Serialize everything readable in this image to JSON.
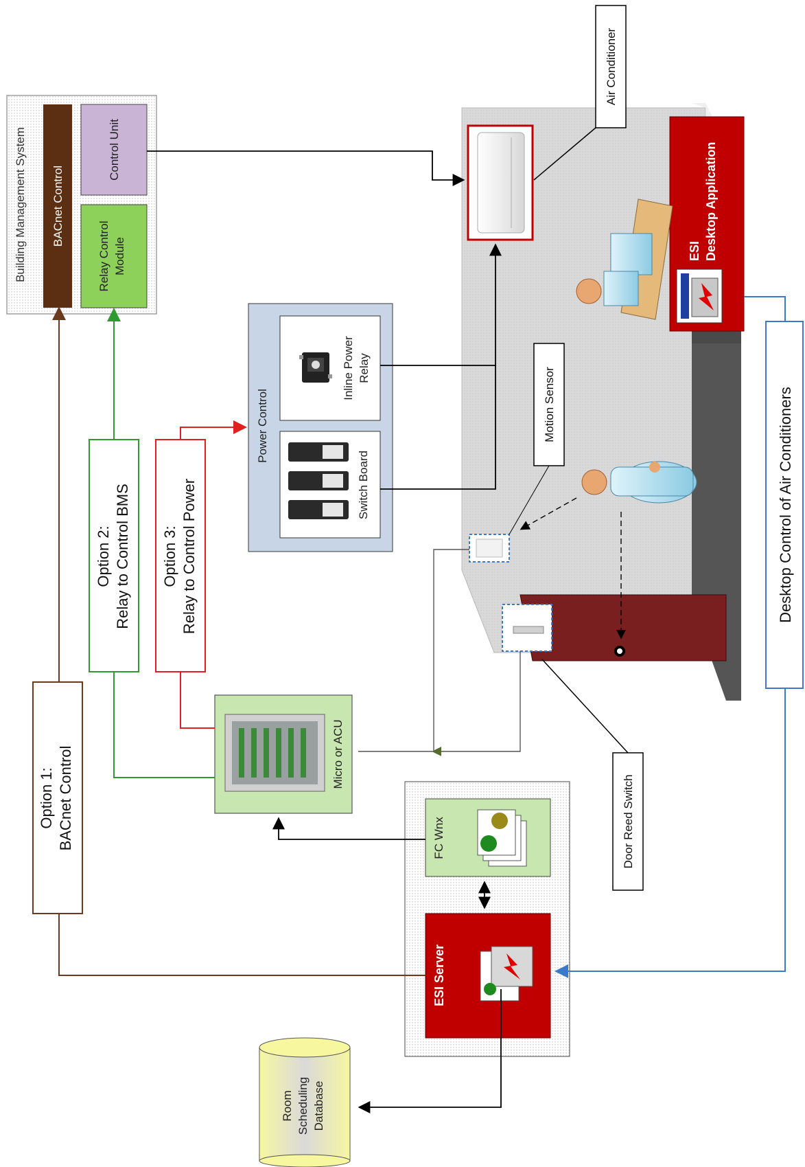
{
  "bms": {
    "title": "Building Management System",
    "bacnet_control": "BACnet Control",
    "relay_module_line1": "Relay Control",
    "relay_module_line2": "Module",
    "control_unit": "Control Unit"
  },
  "options": {
    "option1_line1": "Option 1:",
    "option1_line2": "BACnet Control",
    "option2_line1": "Option 2:",
    "option2_line2": "Relay to Control BMS",
    "option3_line1": "Option 3:",
    "option3_line2": "Relay to Control Power"
  },
  "power_control": {
    "title": "Power Control",
    "inline_relay_line1": "Inline Power",
    "inline_relay_line2": "Relay",
    "switch_board": "Switch Board"
  },
  "devices": {
    "micro_acu": "Micro or ACU",
    "fc_wnx": "FC Wnx",
    "esi_server": "ESI Server",
    "database_line1": "Room",
    "database_line2": "Scheduling",
    "database_line3": "Database"
  },
  "room": {
    "air_conditioner": "Air Conditioner",
    "esi_app_line1": "ESI",
    "esi_app_line2": "Desktop Application",
    "motion_sensor": "Motion Sensor",
    "door_reed_switch": "Door Reed Switch",
    "desktop_control": "Desktop Control of Air Conditioners"
  },
  "colors": {
    "option1": "#6b3a1e",
    "option2": "#2e9b2e",
    "option3": "#e02020",
    "desktop_link": "#3a7ac8",
    "esi_red": "#c00000",
    "green_panel": "#c8e6b0",
    "purple_panel": "#c9b4d6",
    "blue_panel": "#c7d5e6"
  }
}
